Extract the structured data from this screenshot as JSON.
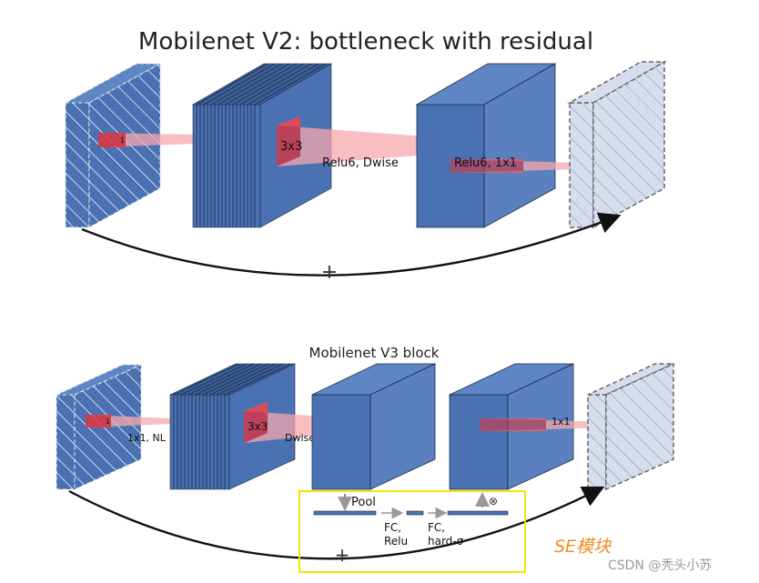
{
  "v2": {
    "title": "Mobilenet V2: bottleneck with residual",
    "kernel_1": "1",
    "kernel_3x3": "3x3",
    "label_dwise": "Relu6, Dwise",
    "label_1x1": "Relu6, 1x1",
    "plus": "+"
  },
  "v3": {
    "title": "Mobilenet V3 block",
    "kernel_1": "1",
    "label_1x1_nl": "1x1, NL",
    "kernel_3x3": "3x3",
    "label_dwise_nl": "Dwise, NL",
    "label_1x1": "1x1",
    "plus": "+",
    "se": {
      "pool": "Pool",
      "fc_relu_1": "FC,",
      "fc_relu_2": "Relu",
      "fc_hard_1": "FC,",
      "fc_hard_2": "hard-σ",
      "multiply": "⊗"
    }
  },
  "se_annotation": "SE模块",
  "watermark": "CSDN @秃头小苏",
  "colors": {
    "block_blue": "#4a72b2",
    "block_top": "#5f86c4",
    "block_side": "#2c4f8a",
    "output_fill": "#d6deed",
    "kernel_red": "#e0323c",
    "projection_pink": "#f7a8ad",
    "se_box": "#f2e600",
    "se_annotation": "#f08a24"
  }
}
